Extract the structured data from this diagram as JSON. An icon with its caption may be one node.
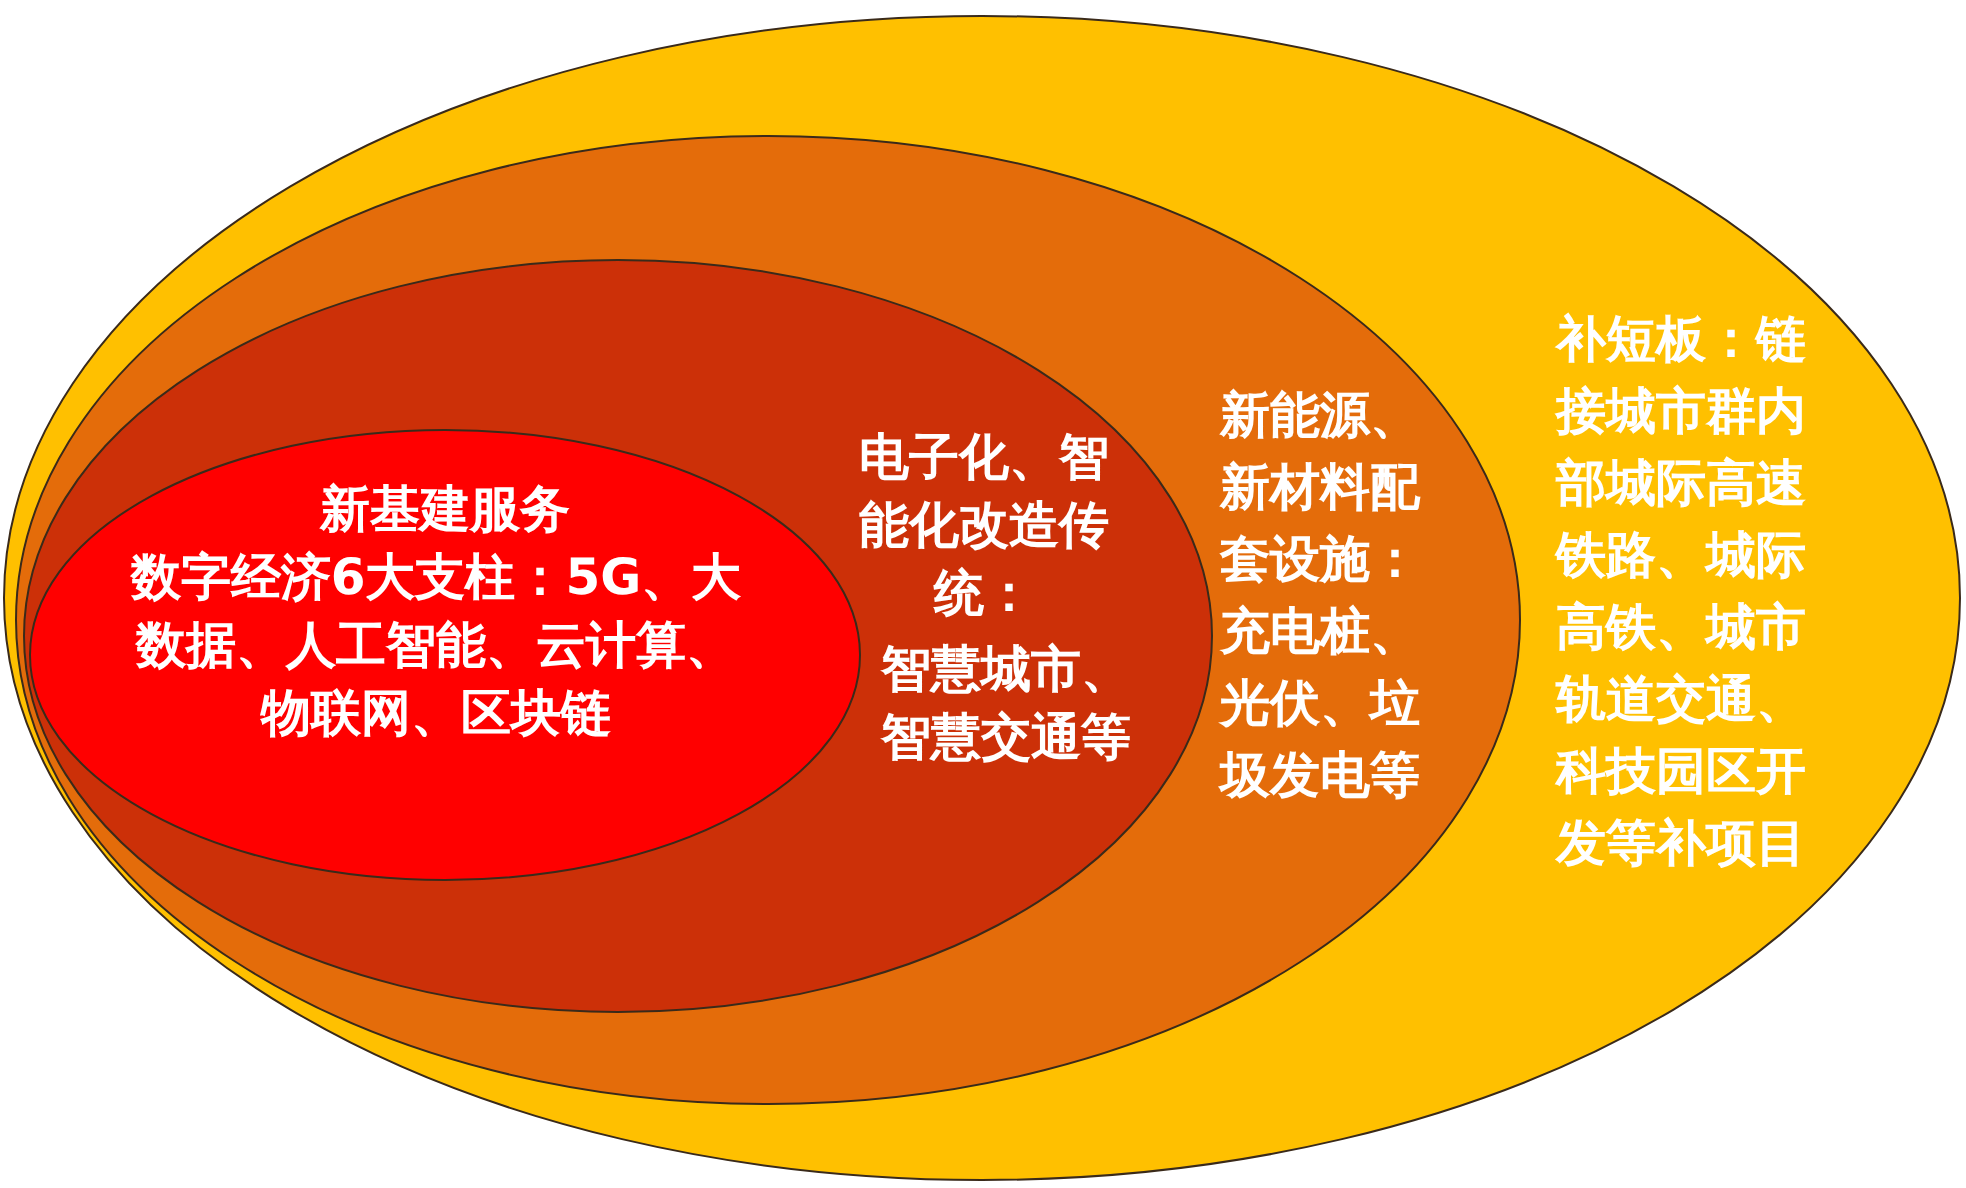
{
  "diagram": {
    "nodes": [
      {
        "text": [
          "补短板：链接城市群内部城际高速铁路、城际高铁、城市轨道交通、科技园区开发等补项目"
        ]
      },
      {
        "text": [
          "新能源、新材料配套设施：充电桩、光伏、垃圾发电等"
        ],
        "in": 0
      },
      {
        "text": [
          "电子化、智能化改造传统：",
          "智慧城市、智慧交通等"
        ],
        "in": 1
      },
      {
        "text": [
          "新基建服务",
          "数字经济6大支柱：5G、大数据、人工智能、云计算、物联网、区块链"
        ],
        "in": 2
      }
    ]
  }
}
